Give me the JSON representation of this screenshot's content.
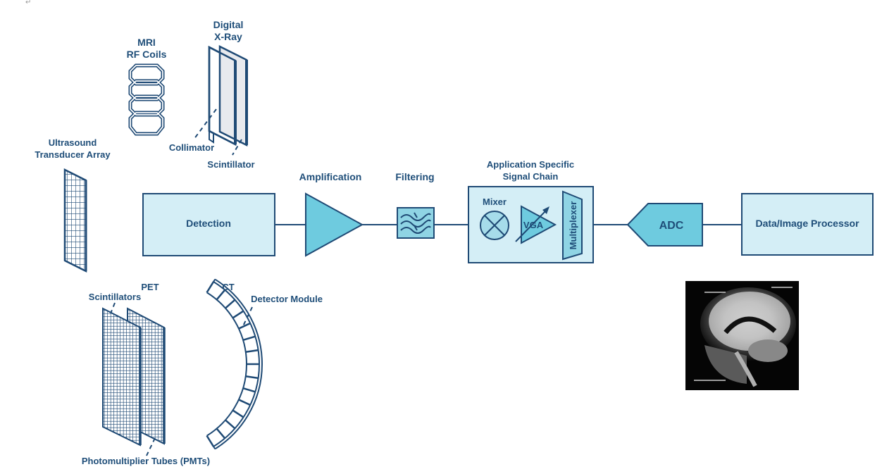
{
  "paragraph_mark": "↵",
  "sources": {
    "mri": {
      "line1": "MRI",
      "line2": "RF Coils"
    },
    "xray": {
      "line1": "Digital",
      "line2": "X-Ray",
      "collimator": "Collimator",
      "scintillator": "Scintillator"
    },
    "ultrasound": {
      "line1": "Ultrasound",
      "line2": "Transducer Array"
    },
    "pet": {
      "title": "PET",
      "scintillators": "Scintillators",
      "pmts": "Photomultiplier Tubes (PMTs)"
    },
    "ct": {
      "title": "CT",
      "detector_module": "Detector Module"
    }
  },
  "chain": {
    "detection": "Detection",
    "amplification": "Amplification",
    "filtering": "Filtering",
    "asc_title_line1": "Application Specific",
    "asc_title_line2": "Signal Chain",
    "mixer": "Mixer",
    "vga": "VGA",
    "multiplexer": "Multiplexer",
    "adc": "ADC",
    "processor": "Data/Image Processor"
  },
  "output_image": {
    "description": "mri-brain-sagittal-scan"
  },
  "colors": {
    "outline": "#1f4a75",
    "text": "#1f4e79",
    "light_fill": "#d4eef6",
    "mid_fill": "#6ecbdf",
    "xray_panel_fill": "#e8eaee"
  }
}
